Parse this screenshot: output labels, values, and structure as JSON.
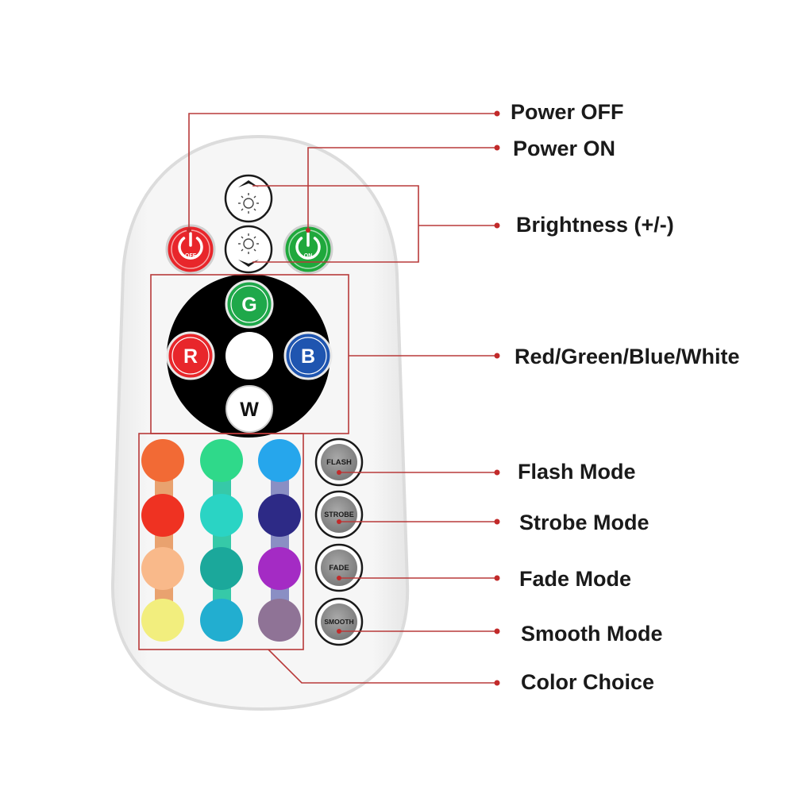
{
  "remote": {
    "power_off_label": "OFF",
    "power_on_label": "ON",
    "rgbw": {
      "g": "G",
      "r": "R",
      "b": "B",
      "w": "W"
    },
    "modes": {
      "flash": "FLASH",
      "strobe": "STROBE",
      "fade": "FADE",
      "smooth": "SMOOTH"
    },
    "color_grid": [
      [
        "#f26a35",
        "#2fd98a",
        "#26a6ec"
      ],
      [
        "#ef3222",
        "#2ad4c4",
        "#2d2a86"
      ],
      [
        "#f9b98a",
        "#1ba89b",
        "#a42bc4"
      ],
      [
        "#f2ee7e",
        "#22aed0",
        "#8f7396"
      ]
    ]
  },
  "callouts": {
    "power_off": "Power OFF",
    "power_on": "Power ON",
    "brightness": "Brightness (+/-)",
    "rgbw": "Red/Green/Blue/White",
    "flash": "Flash Mode",
    "strobe": "Strobe Mode",
    "fade": "Fade Mode",
    "smooth": "Smooth Mode",
    "color_choice": "Color Choice"
  },
  "colors": {
    "leader_line": "#b83a3a",
    "power_off": "#e8262b",
    "power_on": "#1fa83c",
    "g_button": "#1fa84a",
    "r_button": "#e8262b",
    "b_button": "#1f55b0",
    "mode_button": "#8a8a8a",
    "rgbw_disc": "#000000"
  }
}
